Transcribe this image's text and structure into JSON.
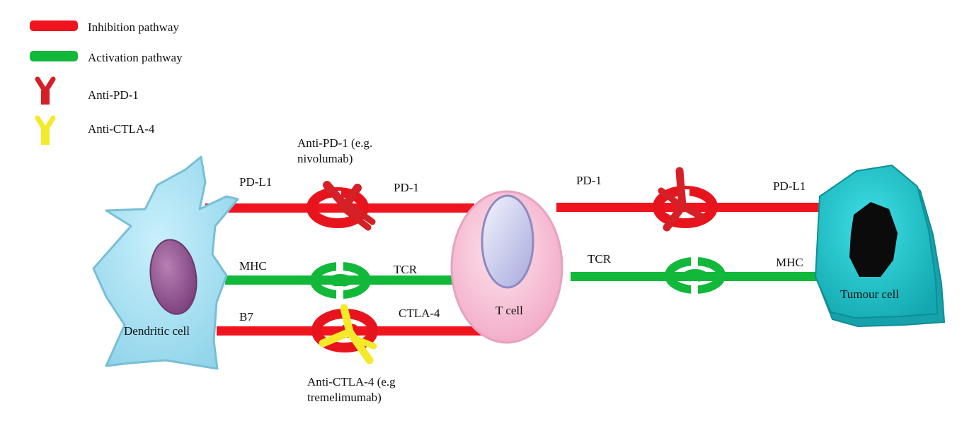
{
  "legend": {
    "inhibition": "Inhibition pathway",
    "activation": "Activation pathway",
    "anti_pd1": "Anti-PD-1",
    "anti_ctla4": "Anti-CTLA-4"
  },
  "annotations": {
    "anti_pd1_drug": "Anti-PD-1 (e.g.\nnivolumab)",
    "anti_ctla4_drug": "Anti-CTLA-4 (e.g\ntremelimumab)"
  },
  "cells": {
    "dendritic": "Dendritic cell",
    "t_cell": "T cell",
    "tumour": "Tumour cell"
  },
  "left_pathway_labels": {
    "pdl1": "PD-L1",
    "pd1": "PD-1",
    "mhc": "MHC",
    "tcr": "TCR",
    "b7": "B7",
    "ctla4": "CTLA-4"
  },
  "right_pathway_labels": {
    "pd1": "PD-1",
    "pdl1": "PD-L1",
    "tcr": "TCR",
    "mhc": "MHC"
  },
  "colors": {
    "inhibition": "#f0141e",
    "activation": "#12b83a",
    "anti_pd1_antibody": "#d42026",
    "anti_ctla4_antibody": "#f5ea2a",
    "dendritic_cell": "#a6e1f1",
    "t_cell": "#f6bfd3",
    "tumour_cell": "#22c7cf"
  }
}
